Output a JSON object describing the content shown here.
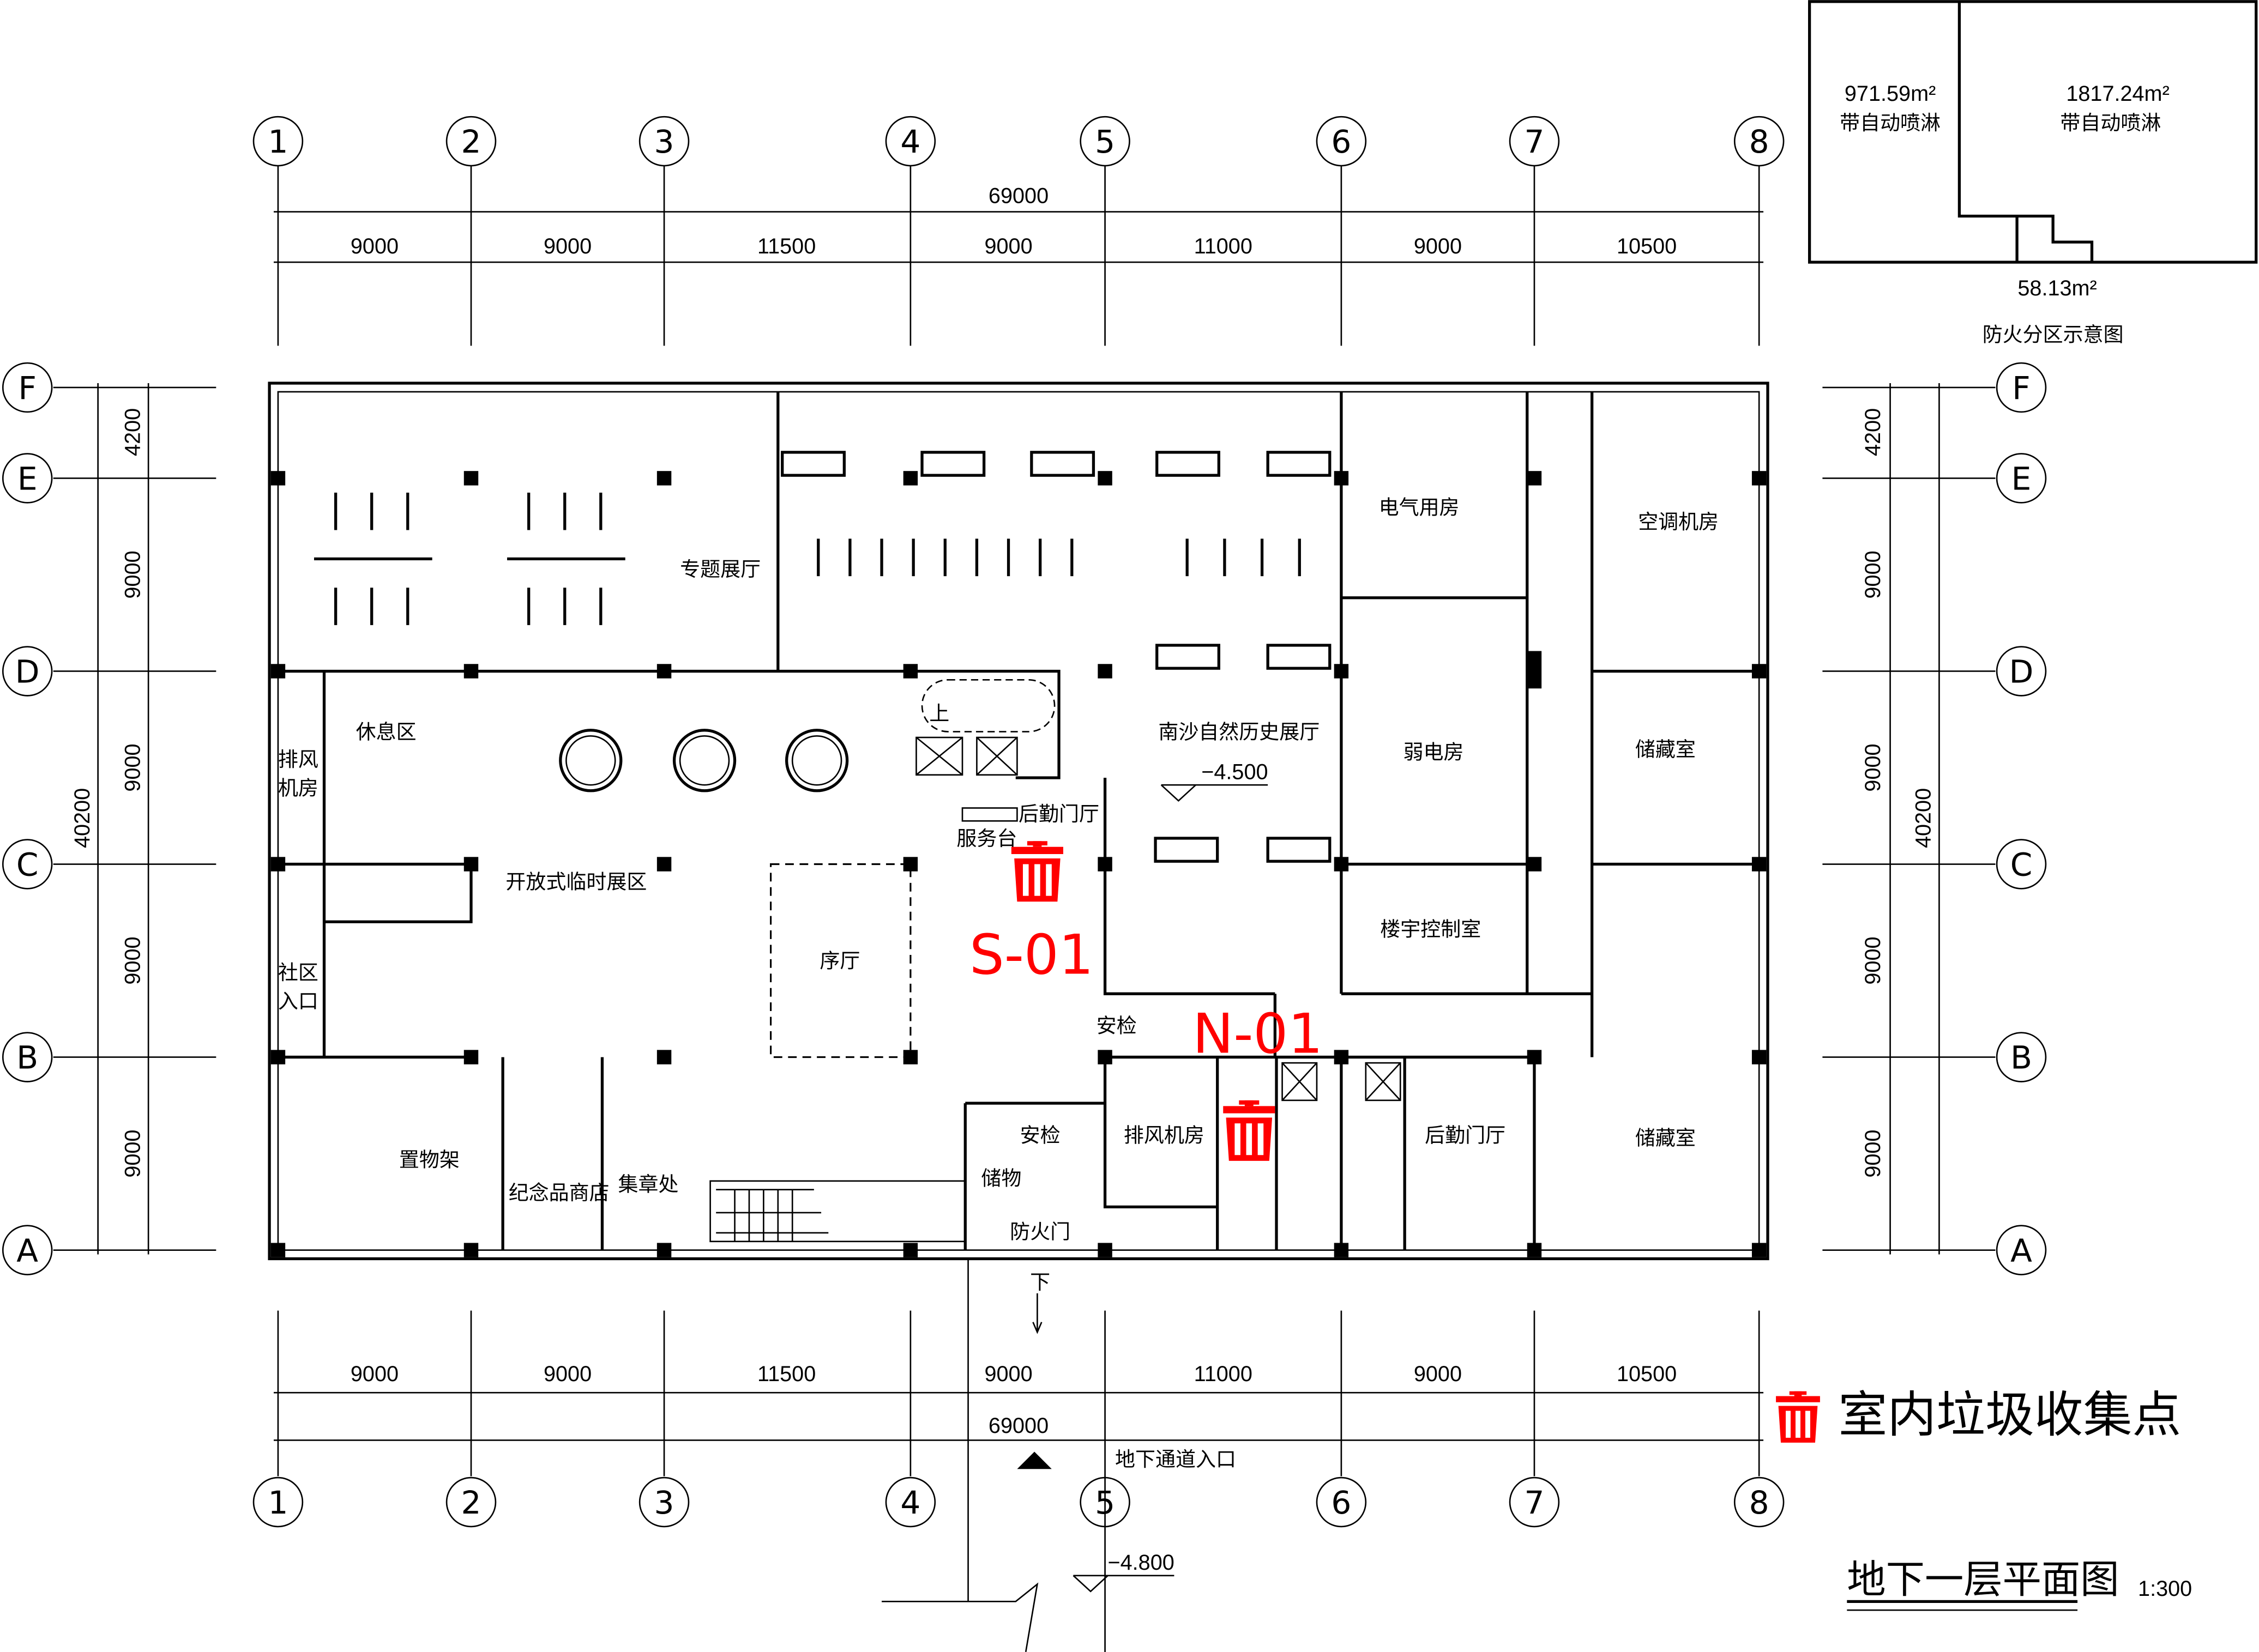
{
  "axes": {
    "columns": [
      "1",
      "2",
      "3",
      "4",
      "5",
      "6",
      "7",
      "8"
    ],
    "rows": [
      "F",
      "E",
      "D",
      "C",
      "B",
      "A"
    ]
  },
  "dimensions": {
    "total_width": "69000",
    "bays_x": [
      "9000",
      "9000",
      "11500",
      "9000",
      "11000",
      "9000",
      "10500"
    ],
    "total_depth": "40200",
    "bays_y": [
      "4200",
      "9000",
      "9000",
      "9000",
      "9000"
    ]
  },
  "rooms": {
    "special_hall": "专题展厅",
    "electrical": "电气用房",
    "hvac": "空调机房",
    "nansha_hall": "南沙自然历史展厅",
    "nansha_level": "−4.500",
    "weak_current": "弱电房",
    "storage_1": "储藏室",
    "rest_area": "休息区",
    "exhaust_1a": "排风",
    "exhaust_1b": "机房",
    "open_exhibit": "开放式临时展区",
    "logistics_lobby_1": "后勤门厅",
    "service_desk": "服务台",
    "prelude_hall": "序厅",
    "building_control": "楼宇控制室",
    "community_a": "社区",
    "community_b": "入口",
    "security_1": "安检",
    "security_2": "安检",
    "exhaust_2": "排风机房",
    "logistics_lobby_2": "后勤门厅",
    "storage_2": "储藏室",
    "shelf": "置物架",
    "souvenir": "纪念品商店",
    "stamp": "集章处",
    "storage_small": "储物",
    "fire_door": "防火门",
    "down": "下",
    "underpass": "地下通道入口",
    "underpass_level": "−4.800",
    "up": "上"
  },
  "markers": [
    {
      "id": "S-01",
      "icon": "trash-icon",
      "color": "#ff0000"
    },
    {
      "id": "N-01",
      "icon": "trash-icon",
      "color": "#ff0000"
    }
  ],
  "legend": {
    "icon": "trash-icon",
    "label": "室内垃圾收集点",
    "color": "#ff0000"
  },
  "title": {
    "name": "地下一层平面图",
    "scale": "1:300"
  },
  "fire_zones": {
    "zone1_area": "971.59m²",
    "zone1_note": "带自动喷淋",
    "zone2_area": "1817.24m²",
    "zone2_note": "带自动喷淋",
    "zone3_area": "58.13m²",
    "caption": "防火分区示意图"
  }
}
